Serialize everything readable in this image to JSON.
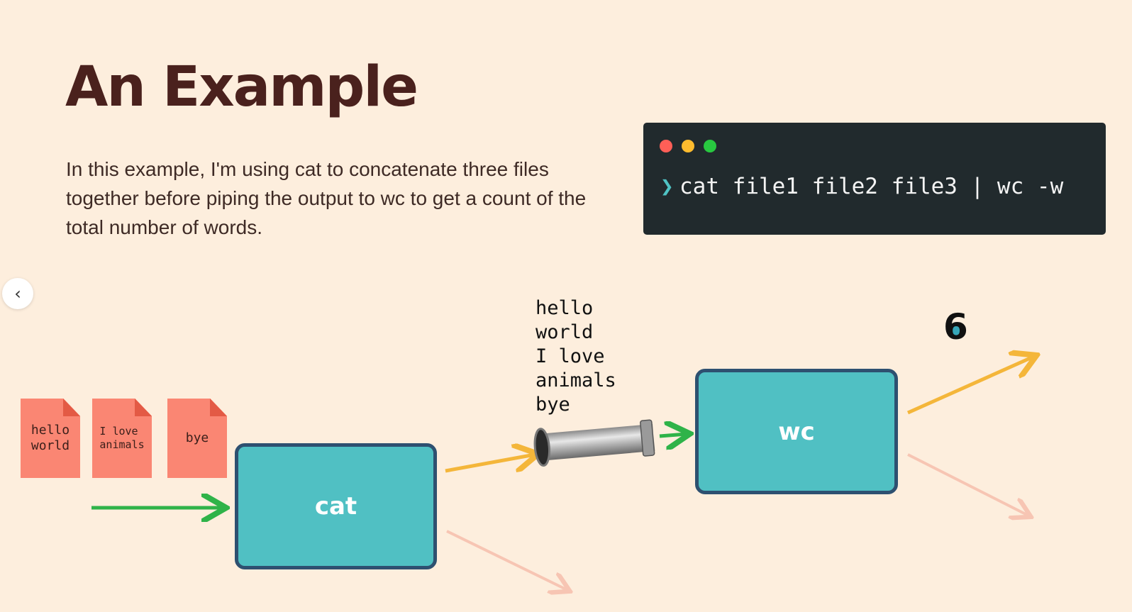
{
  "title": "An Example",
  "description": "In this example, I'm using cat to concatenate three files together before piping the output to wc to get a count of the total number of words.",
  "terminal": {
    "prompt_glyph": "❯",
    "command": "cat file1 file2 file3 | wc -w"
  },
  "navigation": {
    "back_glyph": "‹"
  },
  "files": [
    {
      "text": "hello\nworld"
    },
    {
      "text": "I love\nanimals"
    },
    {
      "text": "bye"
    }
  ],
  "processes": {
    "cat": "cat",
    "wc": "wc"
  },
  "piped_output": "hello\nworld\nI love\nanimals\nbye",
  "result": "6",
  "colors": {
    "background": "#fdeedd",
    "title": "#4a211d",
    "terminal_bg": "#212a2d",
    "process_fill": "#50c0c3",
    "process_border": "#2e5070",
    "file_fill": "#fa8673",
    "stdin_arrow": "#2fb349",
    "stdout_arrow": "#f4b63a",
    "stderr_arrow": "#f7c5b3"
  }
}
